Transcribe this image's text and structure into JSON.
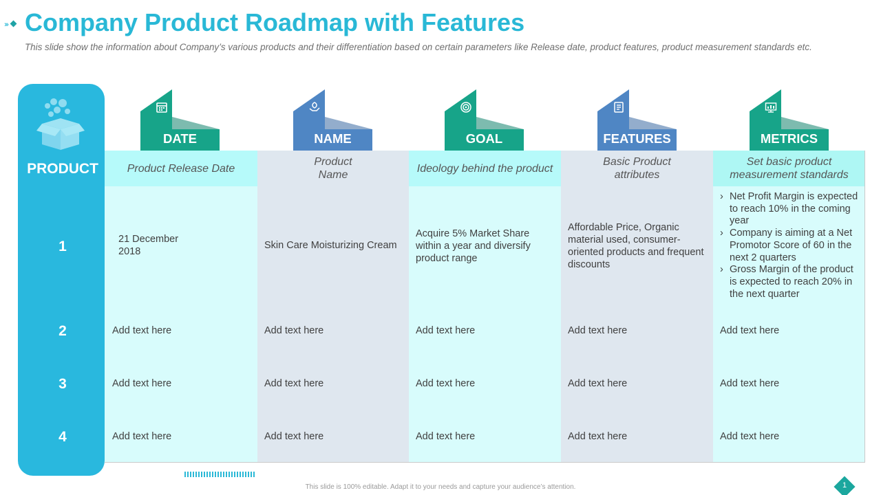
{
  "title": "Company Product Roadmap with Features",
  "subtitle": "This slide show the information about Company’s various products and their differentiation based on certain parameters like Release date, product features, product measurement standards etc.",
  "sidebar": {
    "heading": "PRODUCT",
    "rows": [
      "1",
      "2",
      "3",
      "4"
    ],
    "icon": "box-icon"
  },
  "columns": [
    {
      "tab": "DATE",
      "icon": "calendar-icon",
      "header": "Product Release Date",
      "row1": "21 December 2018",
      "rows": [
        "Add text here",
        "Add text here",
        "Add text here"
      ]
    },
    {
      "tab": "NAME",
      "icon": "hand-leaf-icon",
      "header": "Product Name",
      "row1": "Skin Care Moisturizing Cream",
      "rows": [
        "Add text here",
        "Add text here",
        "Add text here"
      ]
    },
    {
      "tab": "GOAL",
      "icon": "target-icon",
      "header": "Ideology behind the product",
      "row1": "Acquire 5% Market Share within a year and diversify product range",
      "rows": [
        "Add text here",
        "Add text here",
        "Add text here"
      ]
    },
    {
      "tab": "FEATURES",
      "icon": "document-icon",
      "header": "Basic Product attributes",
      "row1": "Affordable Price, Organic material used, consumer-oriented products and frequent discounts",
      "rows": [
        "Add text here",
        "Add text here",
        "Add text here"
      ]
    },
    {
      "tab": "METRICS",
      "icon": "monitor-chart-icon",
      "header": "Set basic product measurement standards",
      "row1_bullets": [
        "Net Profit Margin is expected to reach 10% in the coming year",
        "Company is aiming at a Net Promotor Score of 60 in the next 2 quarters",
        "Gross Margin of the product is expected to reach 20% in the next quarter"
      ],
      "rows": [
        "Add text here",
        "Add text here",
        "Add text here"
      ]
    }
  ],
  "colors": {
    "accent": "#29b8d6",
    "teal_tab": "#17a489",
    "blue_tab": "#4f86c4",
    "light_cyan": "#d8fcfc",
    "light_gray": "#dfe7ef"
  },
  "footer": "This slide is 100% editable. Adapt it to your needs and capture your audience’s attention.",
  "page_number": "1"
}
